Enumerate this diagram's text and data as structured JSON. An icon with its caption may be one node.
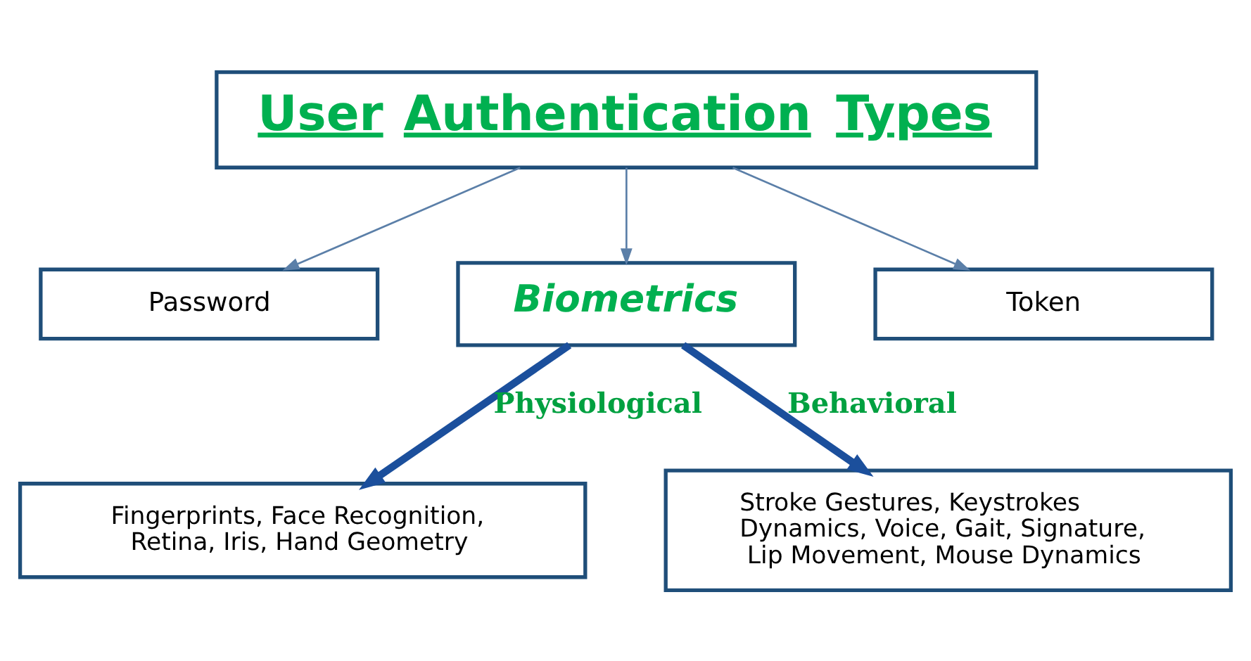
{
  "diagram": {
    "nodes": [
      {
        "text": [
          "User Authentication Types"
        ]
      },
      {
        "text": [
          "Password"
        ]
      },
      {
        "text": [
          "Biometrics"
        ]
      },
      {
        "text": [
          "Token"
        ]
      },
      {
        "text": [
          "Fingerprints, Face Recognition, Retina, Iris, Hand Geometry"
        ]
      },
      {
        "text": [
          "Stroke Gestures, Keystrokes Dynamics, Voice, Gait, Signature, Lip Movement, Mouse Dynamics"
        ]
      }
    ],
    "edges": [
      {
        "from": 0,
        "to": 1,
        "arrow": "to"
      },
      {
        "from": 0,
        "to": 2,
        "arrow": "to"
      },
      {
        "from": 0,
        "to": 3,
        "arrow": "to"
      },
      {
        "from": 2,
        "to": 4,
        "arrow": "to",
        "label": "Physiological",
        "style": "thick",
        "color": "#1b4f9c"
      },
      {
        "from": 2,
        "to": 5,
        "arrow": "to",
        "label": "Behavioral",
        "style": "thick",
        "color": "#1b4f9c"
      }
    ]
  }
}
